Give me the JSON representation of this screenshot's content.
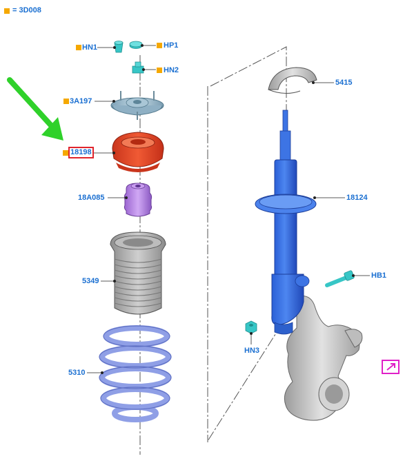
{
  "legend": {
    "equals_text": "= 3D008",
    "marker_color": "#f5a800"
  },
  "labels": {
    "hn1": "HN1",
    "hp1": "HP1",
    "hn2": "HN2",
    "3a197": "3A197",
    "18198": "18198",
    "18a085": "18A085",
    "5349": "5349",
    "5310": "5310",
    "5415": "5415",
    "18124": "18124",
    "hb1": "HB1",
    "hn3": "HN3"
  },
  "colors": {
    "label_blue": "#1a6fd1",
    "highlight_red": "#e0242c",
    "arrow_green": "#2fd12a",
    "link_magenta": "#e020c8",
    "strut_blue": "#2f6fe0",
    "mount_red": "#e24a2c",
    "bumper_purple": "#b27ce0",
    "boot_gray": "#a9a9a9",
    "spring_blue": "#8f9fe6",
    "knuckle_gray": "#c9c9c9",
    "fastener_teal": "#37c6c6"
  },
  "icons": {
    "link": "external-link-icon",
    "pointer": "green-pointer-arrow-icon"
  }
}
